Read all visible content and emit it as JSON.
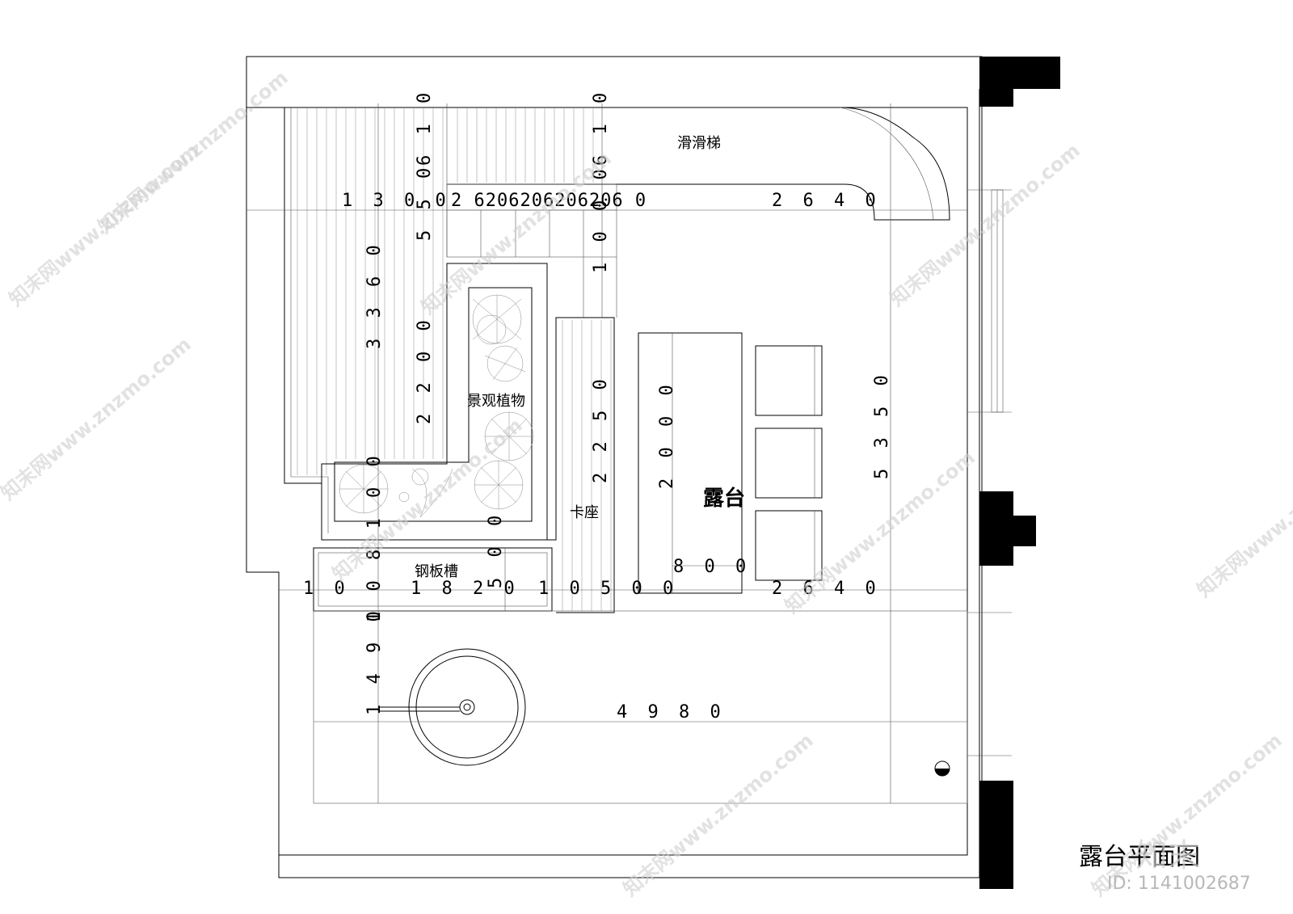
{
  "title": "露台平面图",
  "id_text": "ID: 1141002687",
  "watermark": "知末网www.znzmo.com",
  "logo_text": "知末",
  "labels": {
    "slide": "滑滑梯",
    "plants": "景观植物",
    "terrace": "露台",
    "booth": "卡座",
    "steel_trough": "钢板槽"
  },
  "dimensions": {
    "top_left_width": "1 3 0 0",
    "top_small_run": "2 6206206206206 0",
    "top_right_width": "2 6 4 0",
    "vert_610_a": "6 1 0",
    "vert_550": "5 5 0",
    "vert_610_b": "6 1 0",
    "vert_1000": "1 0 0 0",
    "vert_3360": "3 3 6 0",
    "vert_2200": "2 2 0 0",
    "vert_2250": "2 2 5 0",
    "vert_2000": "2 0 0 0",
    "vert_5350": "5 3 5 0",
    "table_width": "8 0 0",
    "bot_left_10": "1 0",
    "bot_run_1820": "1 8 2 0",
    "bot_run_1500": "1 0 5 0 0",
    "bot_right_2640": "2 6 4 0",
    "vert_100_810": "1 0 8 1 0 0",
    "vert_500": "5 0 0",
    "vert_1490": "1 4 9 0",
    "total_4980": "4 9 8 0"
  }
}
